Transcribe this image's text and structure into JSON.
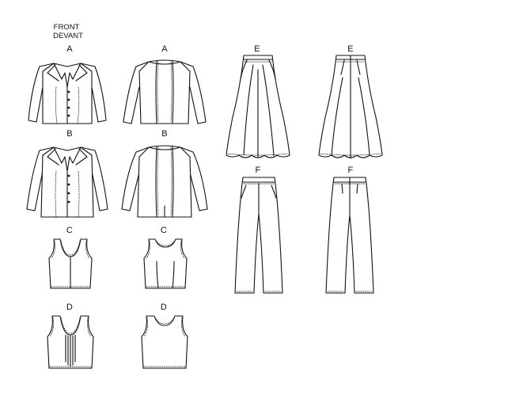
{
  "header": {
    "line1": "FRONT",
    "line2": "DEVANT"
  },
  "labels": {
    "a_front": "A",
    "a_back": "A",
    "b_front": "B",
    "b_back": "B",
    "c_front": "C",
    "c_back": "C",
    "d_front": "D",
    "d_back": "D",
    "e_front": "E",
    "e_back": "E",
    "f_front": "F",
    "f_back": "F"
  },
  "colors": {
    "line": "#111111",
    "background": "#ffffff"
  }
}
